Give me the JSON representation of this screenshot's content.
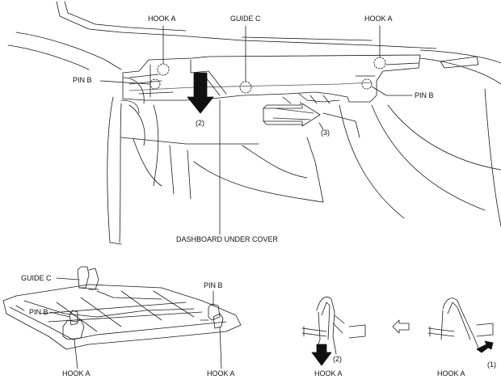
{
  "labels": {
    "hook_a_top_left": "HOOK A",
    "guide_c_top": "GUIDE C",
    "hook_a_top_right": "HOOK A",
    "pin_b_left": "PIN B",
    "pin_b_right": "PIN B",
    "step_2_main": "(2)",
    "step_3_main": "(3)",
    "dashboard_under_cover": "DASHBOARD UNDER COVER",
    "guide_c_bottom": "GUIDE C",
    "pin_b_bottom_left": "PIN B",
    "pin_b_bottom_mid": "PIN B",
    "hook_a_bottom_left": "HOOK A",
    "hook_a_bottom_mid": "HOOK A",
    "step_2_detail": "(2)",
    "hook_a_detail_left": "HOOK A",
    "step_1_detail": "(1)",
    "hook_a_detail_right": "HOOK A"
  },
  "colors": {
    "line": "#1a1a1a",
    "arrow_fill": "#111111",
    "cover_hatch": "#555555"
  }
}
